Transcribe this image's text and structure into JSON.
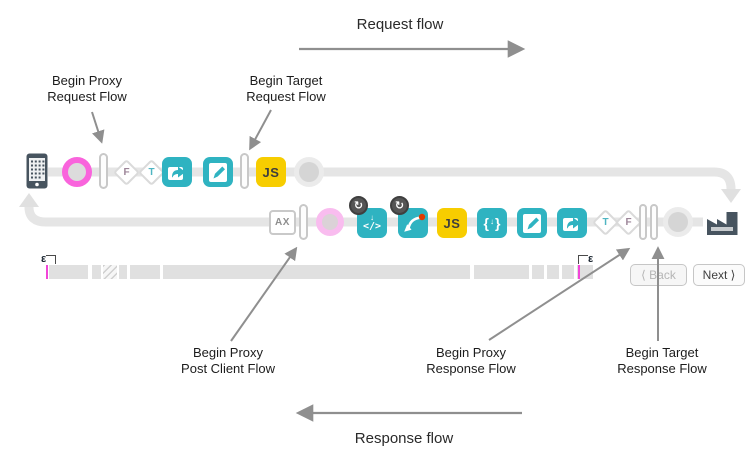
{
  "annotations": {
    "request_flow_label": "Request flow",
    "response_flow_label": "Response flow",
    "callouts": [
      {
        "lines": [
          "Begin Proxy",
          "Request Flow"
        ]
      },
      {
        "lines": [
          "Begin Target",
          "Request Flow"
        ]
      },
      {
        "lines": [
          "Begin Proxy",
          "Post Client Flow"
        ]
      },
      {
        "lines": [
          "Begin Proxy",
          "Response Flow"
        ]
      },
      {
        "lines": [
          "Begin Target",
          "Response Flow"
        ]
      }
    ]
  },
  "flow_map": {
    "letters": {
      "t": "T",
      "f": "F"
    },
    "js_label": "JS",
    "ax_label": "AX",
    "icon_glyphs": {
      "redo_badge": "↻",
      "down_arrow": "↓",
      "code": "</>",
      "brace_open": "{",
      "brace_close": "}"
    }
  },
  "timeline": {
    "epsilon_left": "ε",
    "epsilon_right": "ε"
  },
  "toolbar": {
    "back_label": "⟨ Back",
    "next_label": "Next ⟩"
  },
  "colors": {
    "teal": "#2FB3C1",
    "yellow": "#F7CD00",
    "pink_bright": "#F964DC",
    "pink_light": "#F9BCEF",
    "track": "#E5E5E5",
    "annotation_arrow": "#8F8F8F",
    "endpoint_dark": "#47545F",
    "red_dot": "#E23A00",
    "timeline_tick": "#F245D8"
  }
}
